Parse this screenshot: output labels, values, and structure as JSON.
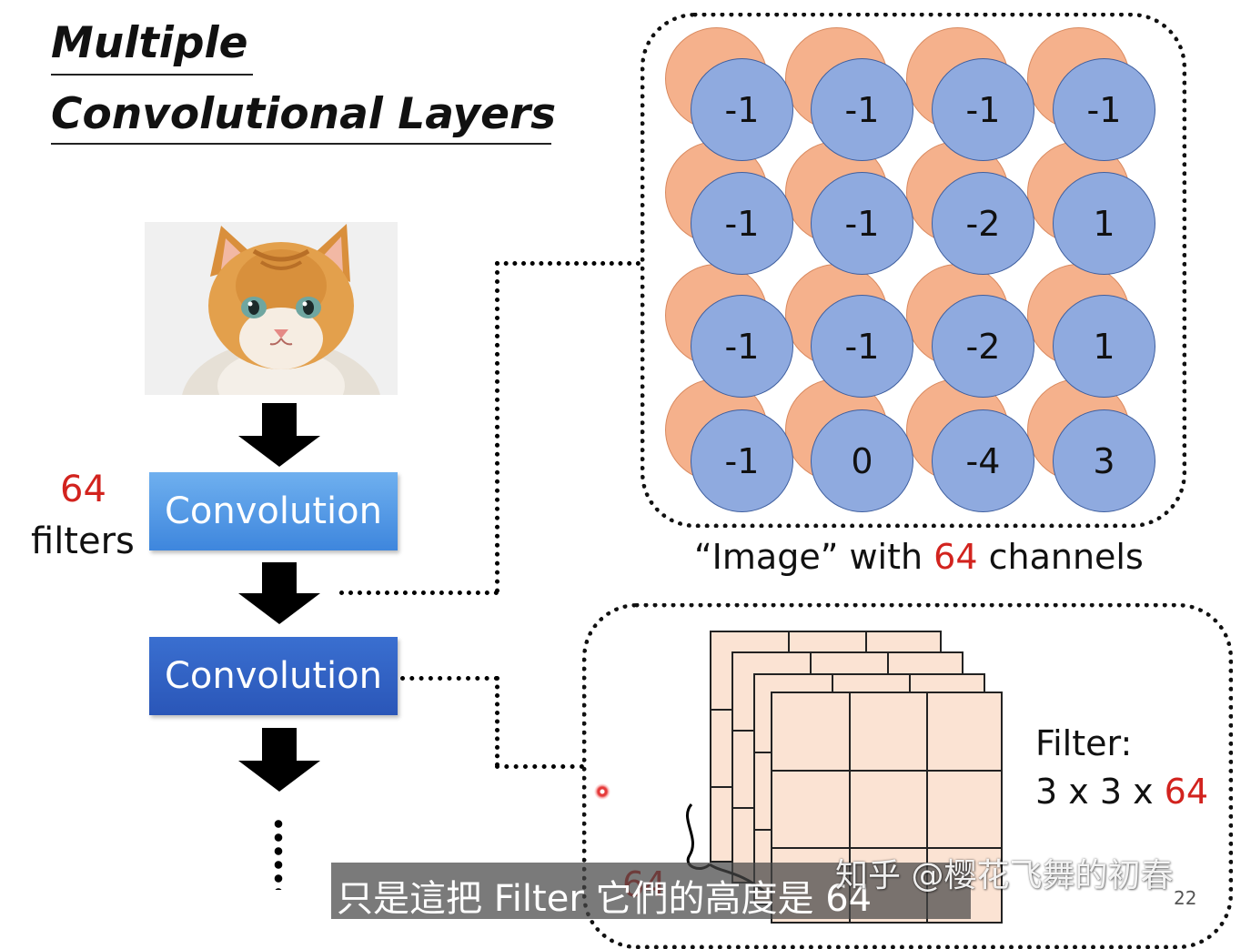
{
  "title": {
    "line1": "Multiple",
    "line2": "Convolutional Layers"
  },
  "layers": [
    {
      "label": "Convolution"
    },
    {
      "label": "Convolution"
    }
  ],
  "filters_annotation": {
    "count": "64",
    "label": "filters"
  },
  "channel_grid": {
    "rows": [
      [
        "-1",
        "-1",
        "-1",
        "-1"
      ],
      [
        "-1",
        "-1",
        "-2",
        "1"
      ],
      [
        "-1",
        "-1",
        "-2",
        "1"
      ],
      [
        "-1",
        "0",
        "-4",
        "3"
      ]
    ],
    "caption_pre": "“Image” with ",
    "caption_num": "64",
    "caption_post": " channels",
    "back_color": "#f5b18c",
    "front_color": "#8faadf"
  },
  "filter": {
    "label": "Filter:",
    "dims_pre": "3 x 3 x ",
    "dims_num": "64",
    "depth_label": "64",
    "sheet_color": "#fbe3d3"
  },
  "subtitle": "只是這把 Filter 它們的高度是 64",
  "watermark": "知乎 @樱花飞舞的初春",
  "page_number": "22",
  "accent_red": "#d2231e",
  "ellipsis_icon": "vertical-dots-icon"
}
